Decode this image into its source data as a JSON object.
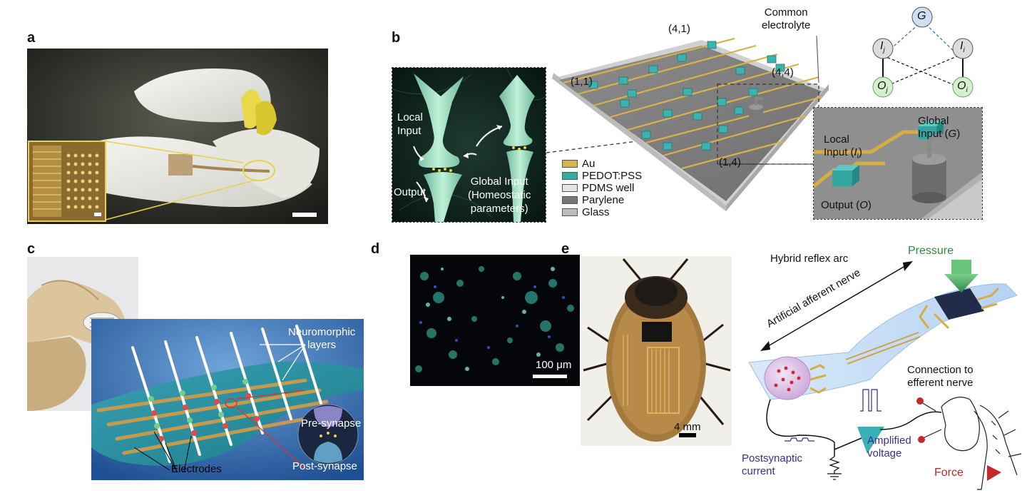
{
  "panels": {
    "a": {
      "label": "a"
    },
    "b": {
      "label": "b",
      "neuron_labels": {
        "local_input": [
          "Local",
          "Input"
        ],
        "output": "Output",
        "global_input": [
          "Global Input",
          "(Homeostatic",
          "parameters)"
        ]
      },
      "array_labels": {
        "common_electrolyte": [
          "Common",
          "electrolyte"
        ],
        "c41": "(4,1)",
        "c11": "(1,1)",
        "c44": "(4,4)",
        "c14": "(1,4)"
      },
      "legend": [
        {
          "label": "Au",
          "color": "#d8b24a"
        },
        {
          "label": "PEDOT:PSS",
          "color": "#3aa9a4"
        },
        {
          "label": "PDMS well",
          "color": "#e4e4e4"
        },
        {
          "label": "Parylene",
          "color": "#777777"
        },
        {
          "label": "Glass",
          "color": "#bdbdbd"
        }
      ],
      "circuit": {
        "g": "G",
        "ij": "I",
        "ij_sub": "j",
        "ii": "I",
        "ii_sub": "i",
        "oj": "O",
        "oj_sub": "j",
        "oi": "O",
        "oi_sub": "i"
      },
      "zoom_labels": {
        "global_input": [
          "Global",
          "Input ("
        ],
        "global_g": "G",
        "local_input": [
          "Local",
          "Input ("
        ],
        "local_i": "I",
        "local_sub": "i",
        "output": "Output (",
        "output_o": "O"
      }
    },
    "c": {
      "label": "c",
      "neuromorphic": [
        "Neuromorphic",
        "layers"
      ],
      "pre": "Pre-synapse",
      "post": "Post-synapse",
      "electrodes": "Electrodes"
    },
    "d": {
      "label": "d",
      "scale": "100 μm"
    },
    "e": {
      "label": "e",
      "scale": "4 mm",
      "hybrid": "Hybrid reflex arc",
      "pressure": "Pressure",
      "afferent": "Artificial afferent nerve",
      "connection": [
        "Connection to",
        "efferent nerve"
      ],
      "amplified": [
        "Amplified",
        "voltage"
      ],
      "postsyn": [
        "Postsynaptic",
        "current"
      ],
      "force": "Force"
    }
  }
}
